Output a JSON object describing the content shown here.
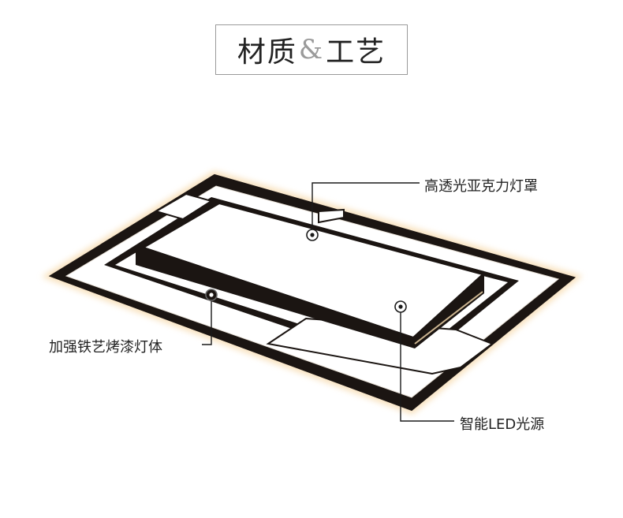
{
  "title": {
    "part1": "材质",
    "amp": "&",
    "part2": "工艺"
  },
  "callouts": {
    "acrylic_cover": "高透光亚克力灯罩",
    "iron_frame": "加强铁艺烤漆灯体",
    "led_source": "智能LED光源"
  },
  "colors": {
    "frame": "#1b1512",
    "panel": "#ffffff",
    "glow": "#f7dcb0",
    "line": "#1a1a1a",
    "title_border": "#9a9a9a"
  }
}
